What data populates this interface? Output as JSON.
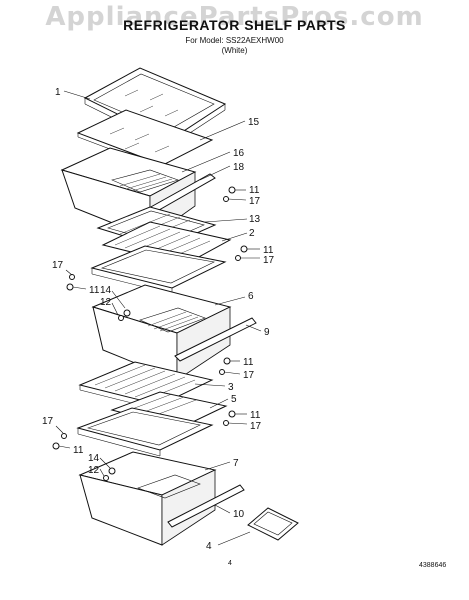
{
  "header": {
    "watermark": "AppliancePartsPros.com",
    "title": "REFRIGERATOR SHELF PARTS",
    "model": "For Model: SS22AEXHW00",
    "color": "(White)"
  },
  "callouts": [
    "1",
    "15",
    "16",
    "18",
    "11",
    "17",
    "13",
    "2",
    "11",
    "17",
    "17",
    "11",
    "6",
    "14",
    "12",
    "9",
    "11",
    "17",
    "3",
    "5",
    "11",
    "17",
    "17",
    "11",
    "7",
    "14",
    "12",
    "10",
    "4"
  ],
  "footer": {
    "page_number": "4",
    "doc_number": "4388646"
  }
}
